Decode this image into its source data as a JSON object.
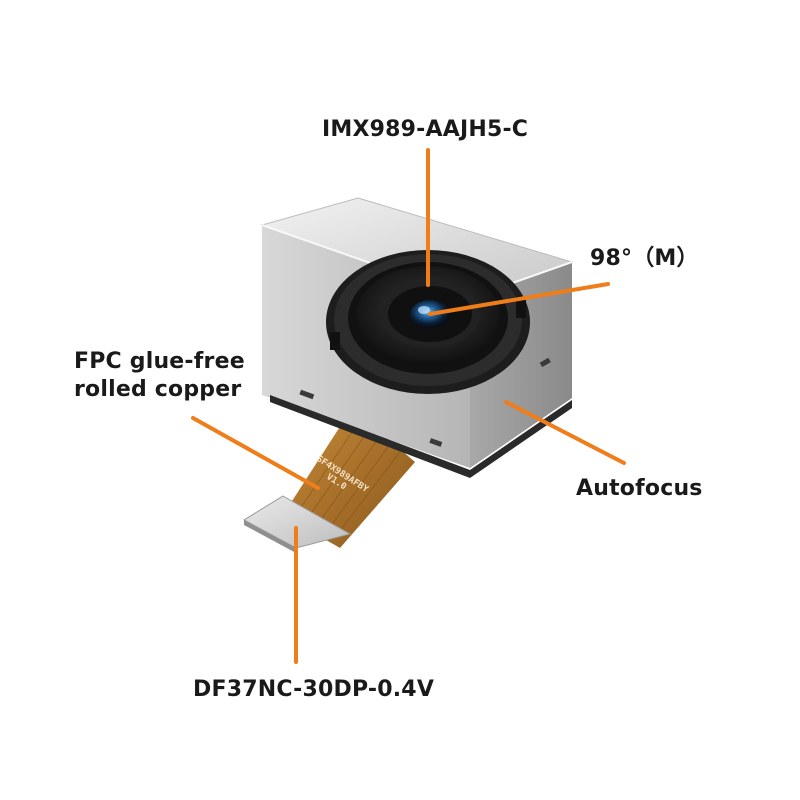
{
  "labels": {
    "sensor": "IMX989-AAJH5-C",
    "fov": "98°（M）",
    "fpc_line1": "FPC glue-free",
    "fpc_line2": "rolled copper",
    "autofocus": "Autofocus",
    "connector": "DF37NC-30DP-0.4V"
  },
  "fpc_print": {
    "line1": "SF4X989AFBY",
    "line2": "V1.0"
  },
  "colors": {
    "leader": "#ef7d1a",
    "text": "#1a1a1a",
    "metal_light": "#e6e6e6",
    "metal_dark": "#9a9a9a",
    "fpc": "#b9802f"
  }
}
